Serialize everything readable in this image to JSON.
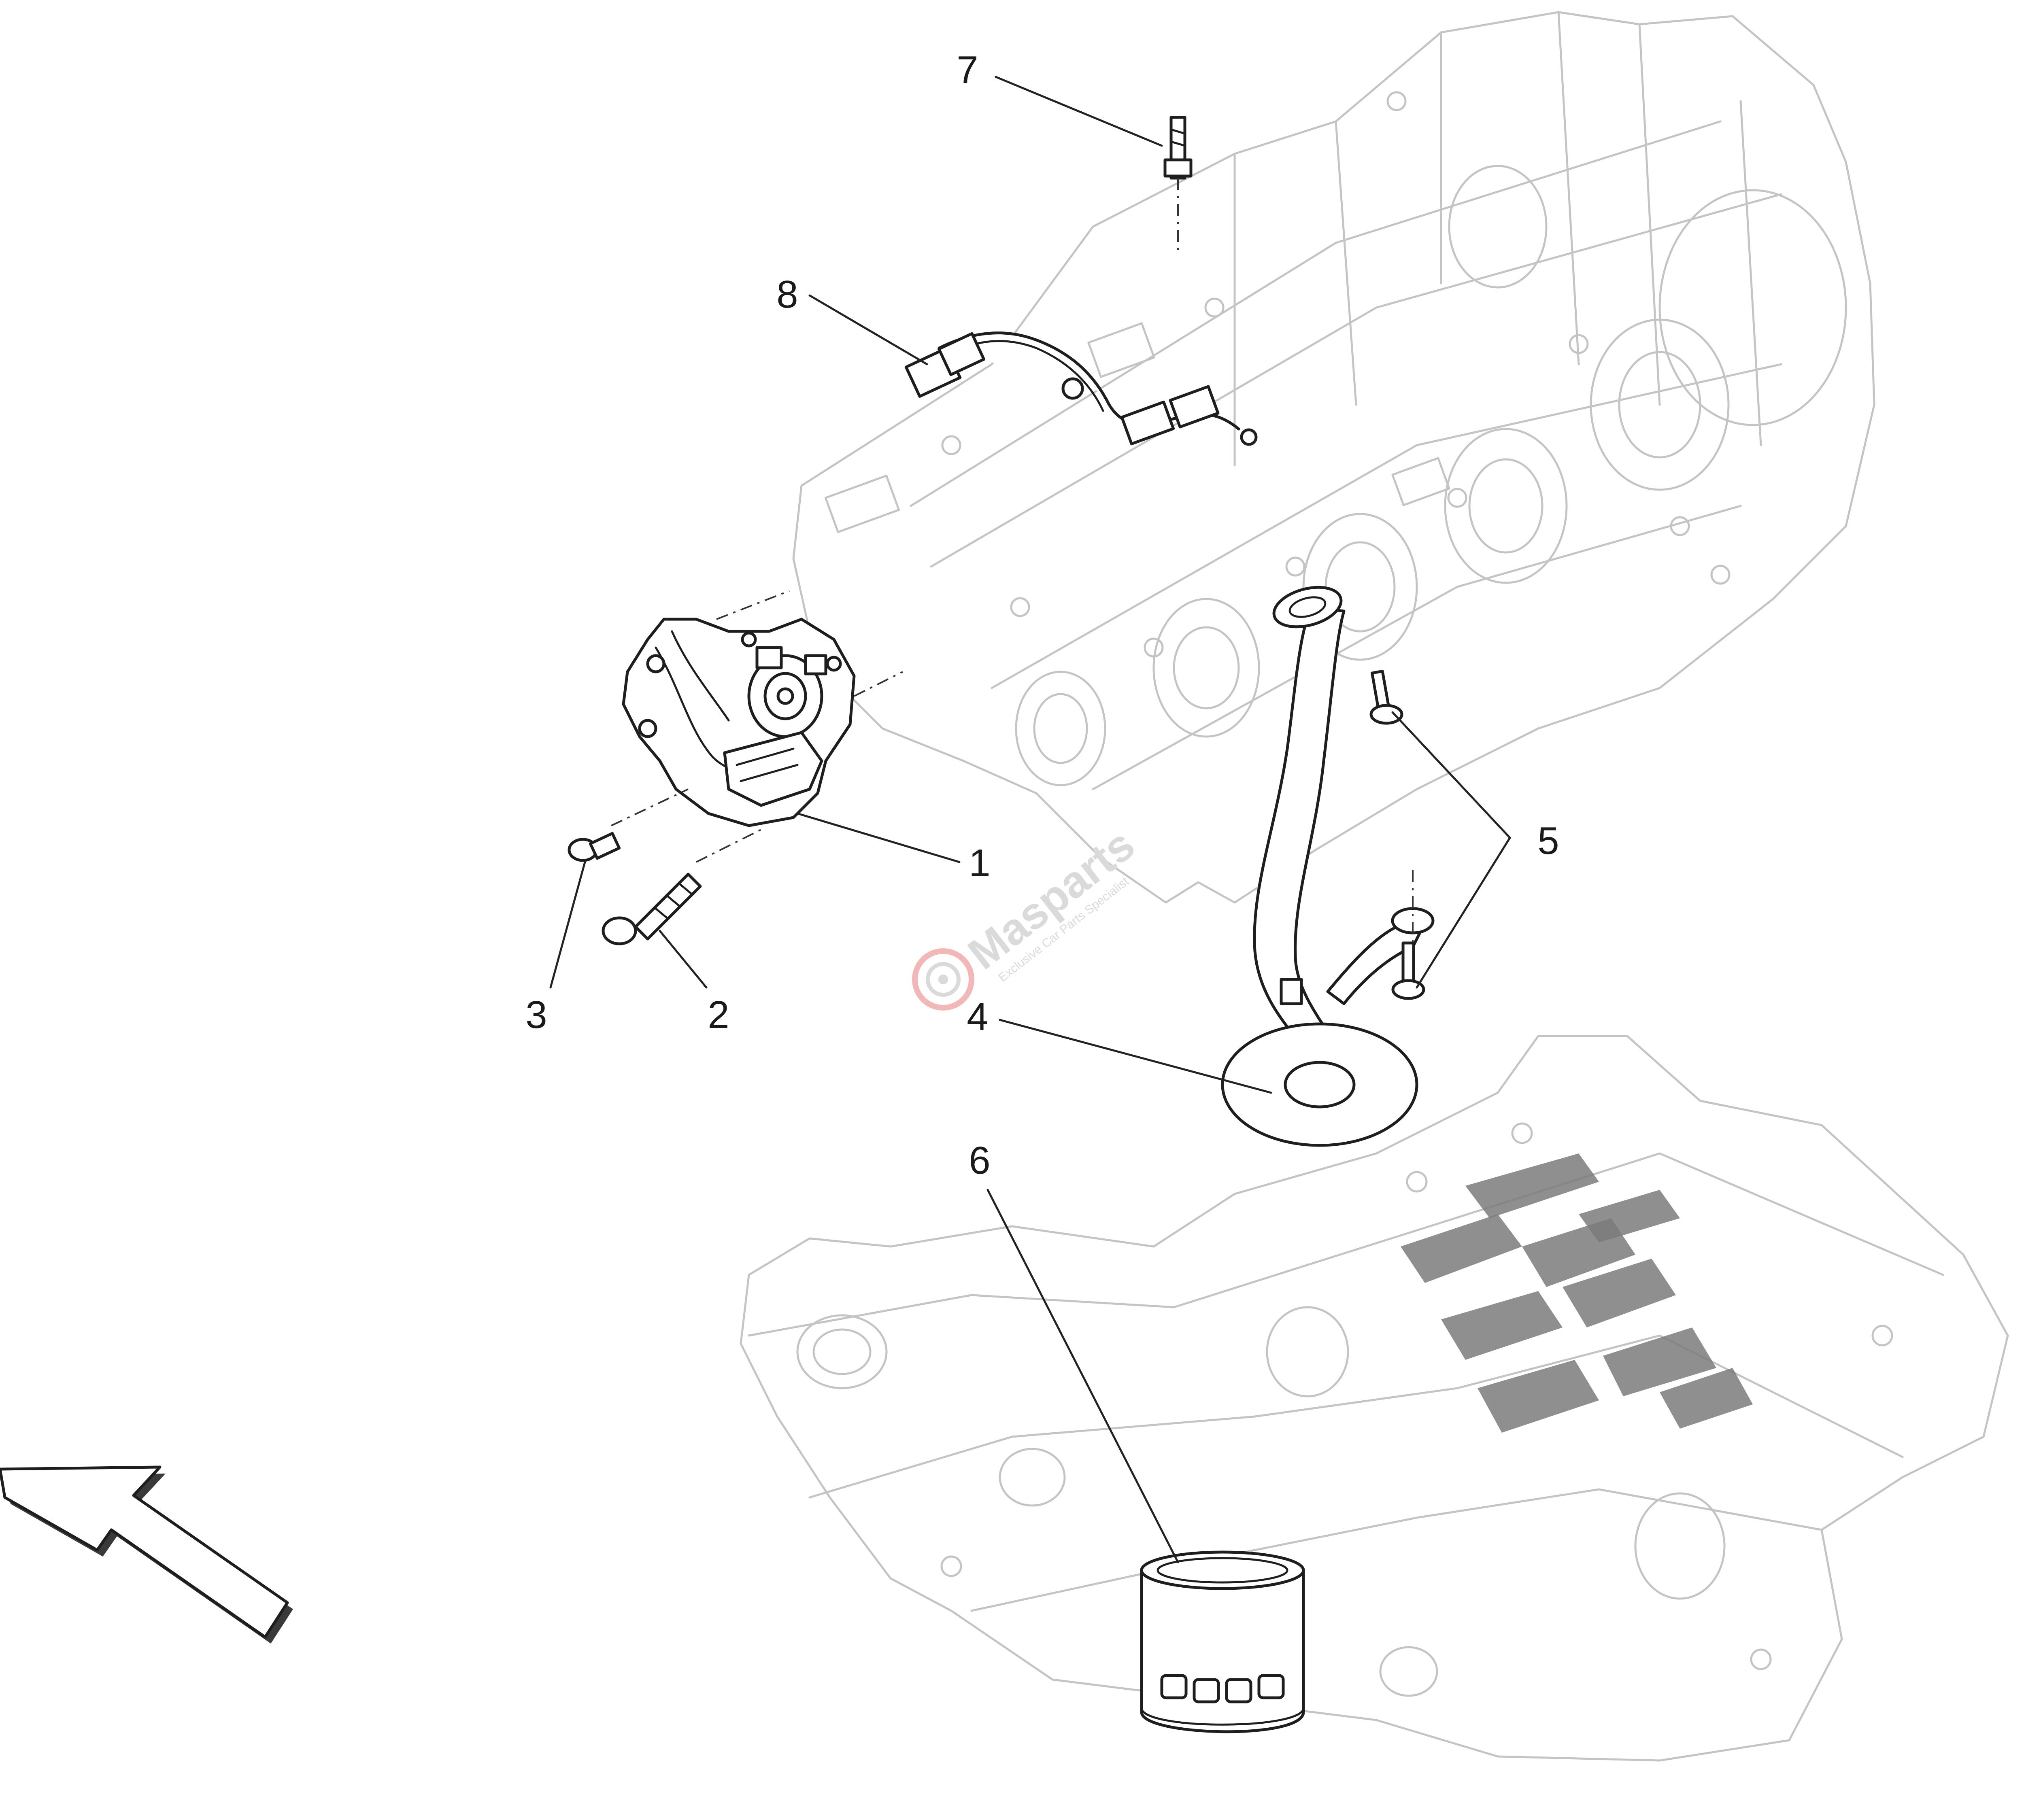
{
  "callouts": [
    {
      "id": "1",
      "label": "1"
    },
    {
      "id": "2",
      "label": "2"
    },
    {
      "id": "3",
      "label": "3"
    },
    {
      "id": "4",
      "label": "4"
    },
    {
      "id": "5",
      "label": "5"
    },
    {
      "id": "6",
      "label": "6"
    },
    {
      "id": "7",
      "label": "7"
    },
    {
      "id": "8",
      "label": "8"
    }
  ],
  "watermark": {
    "brand": "Masparts",
    "tagline": "Exclusive Car Parts Specialist"
  },
  "colors": {
    "line": "#1e1e1e",
    "ghost": "#c4c4c4",
    "watermark": "#dadada",
    "watermark_accent": "#f2b8b8"
  },
  "icons": {
    "direction": "front-direction-arrow-icon",
    "watermark": "masparts-logo-icon"
  }
}
